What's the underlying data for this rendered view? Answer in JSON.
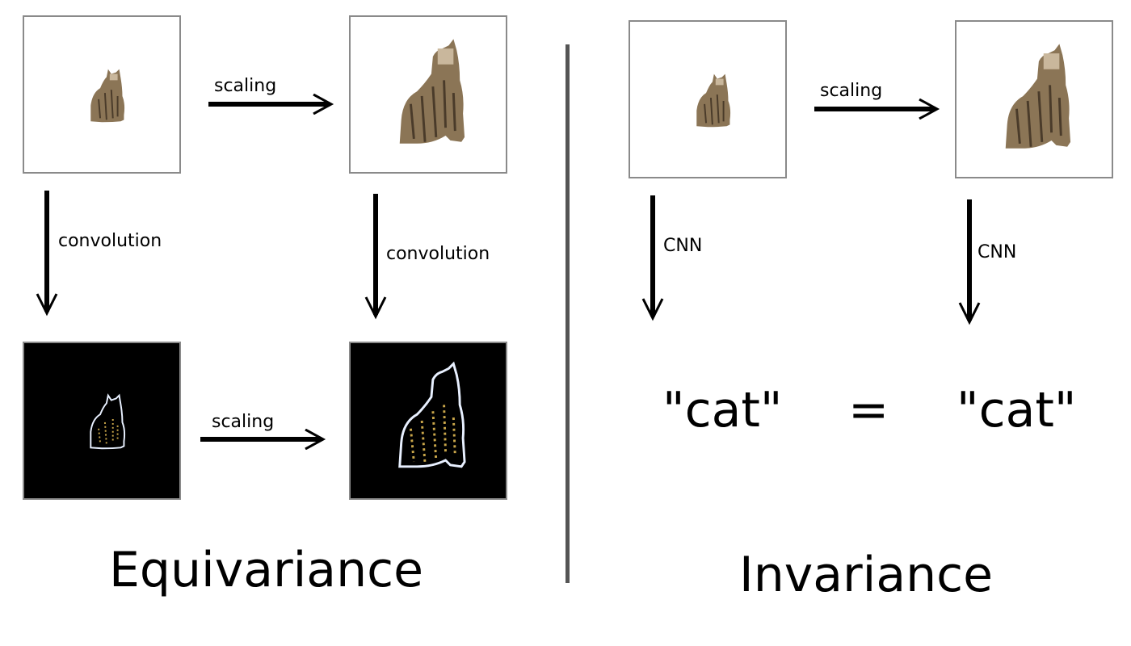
{
  "equivariance": {
    "top_scaling_label": "scaling",
    "bottom_scaling_label": "scaling",
    "left_conv_label": "convolution",
    "right_conv_label": "convolution",
    "title": "Equivariance"
  },
  "invariance": {
    "top_scaling_label": "scaling",
    "left_cnn_label": "CNN",
    "right_cnn_label": "CNN",
    "left_output": "\"cat\"",
    "equals": "=",
    "right_output": "\"cat\"",
    "title": "Invariance"
  },
  "colors": {
    "panel_border": "#8a8a8a",
    "divider": "#555555",
    "cat_fur": "#8b7556",
    "cat_dark": "#4a3b2a",
    "edge_outline": "#e8f0ff",
    "edge_speckle": "#c9a64a"
  }
}
